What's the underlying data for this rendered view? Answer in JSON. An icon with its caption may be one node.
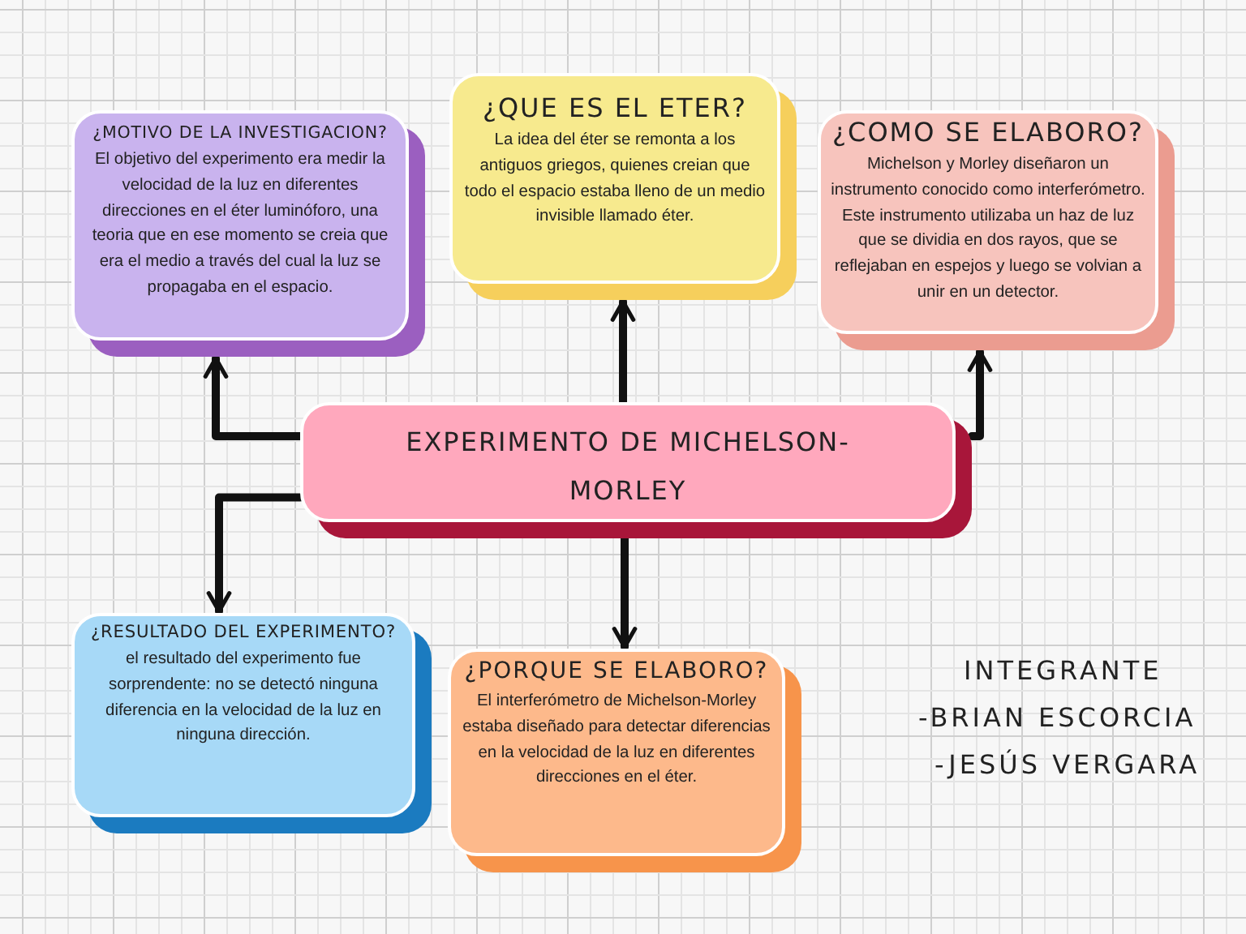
{
  "diagram": {
    "nodes": [
      {
        "text": [
          "¿MOTIVO DE LA INVESTIGACION?",
          "El objetivo del experimento era medir la velocidad de la luz en diferentes direcciones en el éter luminóforo, una teoria que en ese momento se creia que era el medio a través del cual la luz se propagaba en el espacio."
        ]
      },
      {
        "text": [
          "¿QUE ES EL ETER?",
          "La idea del éter se remonta a los antiguos griegos, quienes creian que todo el espacio estaba lleno de un medio invisible llamado éter."
        ]
      },
      {
        "text": [
          "¿COMO SE ELABORO?",
          "Michelson y Morley diseñaron un instrumento conocido como interferómetro. Este instrumento utilizaba un haz de luz que se dividia en dos rayos, que se reflejaban en espejos y luego se volvian a unir en un detector."
        ]
      },
      {
        "text": [
          "EXPERIMENTO DE MICHELSON-MORLEY"
        ]
      },
      {
        "text": [
          "¿RESULTADO DEL EXPERIMENTO?",
          "el resultado del experimento fue sorprendente: no se detectó ninguna diferencia en la velocidad de la luz en ninguna dirección."
        ]
      },
      {
        "text": [
          "¿PORQUE SE ELABORO?",
          "El interferómetro de Michelson-Morley estaba diseñado para detectar diferencias en la velocidad de la luz en diferentes direcciones en el éter."
        ]
      }
    ],
    "edges": [
      {
        "from": 3,
        "to": 0,
        "arrow": "to"
      },
      {
        "from": 3,
        "to": 1,
        "arrow": "to"
      },
      {
        "from": 3,
        "to": 2,
        "arrow": "to"
      },
      {
        "from": 3,
        "to": 4,
        "arrow": "to"
      },
      {
        "from": 3,
        "to": 5,
        "arrow": "to"
      }
    ],
    "labels": [
      "INTEGRANTE",
      "-BRIAN ESCORCIA",
      "-JESÚS VERGARA"
    ]
  }
}
